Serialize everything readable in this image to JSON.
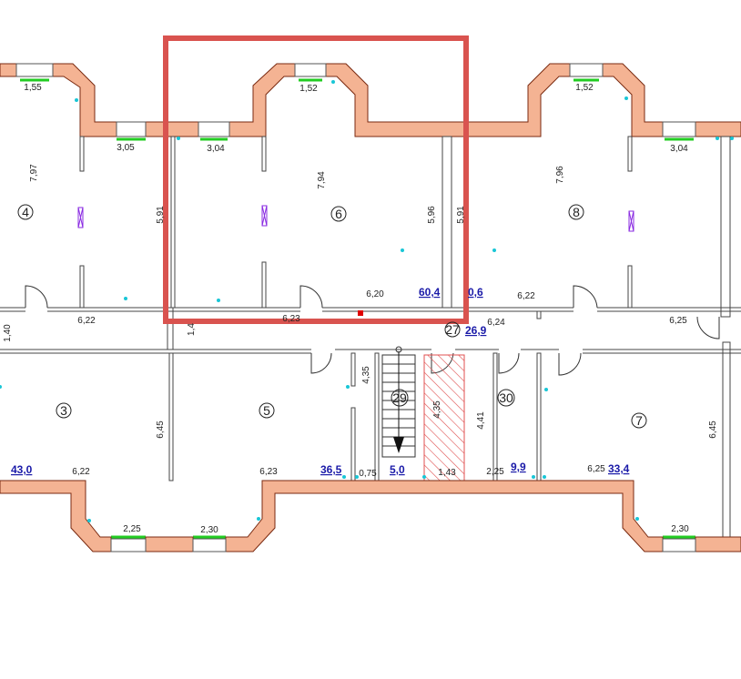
{
  "colors": {
    "wall_fill": "#f4b393",
    "wall_stroke": "#7a2a10",
    "window_green": "#22cc22",
    "highlight": "#d9534f",
    "area_text": "#1a1aa8",
    "stair_hatch": "#e05050"
  },
  "rooms": {
    "r4": "4",
    "r6": "6",
    "r8": "8",
    "r3": "3",
    "r5": "5",
    "r7": "7",
    "r27": "27",
    "r29": "29",
    "r30": "30"
  },
  "areas": {
    "room6": "60,4",
    "room8_partial": "0,6",
    "room27": "26,9",
    "room3": "43,0",
    "room5": "36,5",
    "room29": "5,0",
    "room30": "9,9",
    "room7": "33,4"
  },
  "dims": {
    "w_top_left": "1,55",
    "w_top_mid": "1,52",
    "w_top_right": "1,52",
    "w_305": "3,05",
    "w_304a": "3,04",
    "w_304b": "3,04",
    "h_797": "7,97",
    "h_794": "7,94",
    "h_796": "7,96",
    "h_591": "5,91",
    "h_596": "5,96",
    "h_591b": "5,91",
    "l_622a": "6,22",
    "l_620": "6,20",
    "l_622b": "6,22",
    "l_623": "6,23",
    "l_624": "6,24",
    "l_625": "6,25",
    "v_140": "1,40",
    "v_14": "1,4",
    "v_435": "4,35",
    "v_435b": "4,35",
    "v_441": "4,41",
    "v_645a": "6,45",
    "v_645b": "6,45",
    "b_622": "6,22",
    "b_623": "6,23",
    "b_075": "0,75",
    "b_143": "1,43",
    "b_225": "2,25",
    "b_625": "6,25",
    "w_225": "2,25",
    "w_230a": "2,30",
    "w_230b": "2,30"
  }
}
